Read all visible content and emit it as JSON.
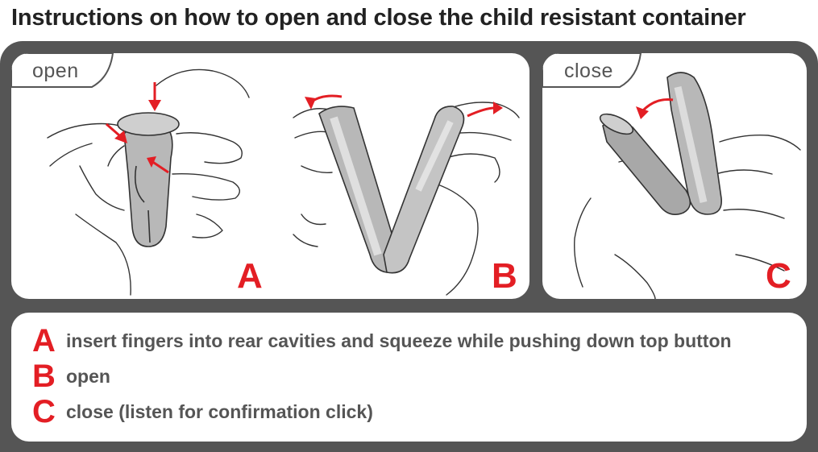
{
  "title": "Instructions on how to open and close the child resistant container",
  "panels": {
    "open": {
      "tab_label": "open",
      "steps": [
        "A",
        "B"
      ]
    },
    "close": {
      "tab_label": "close",
      "steps": [
        "C"
      ]
    }
  },
  "legend": [
    {
      "key": "A",
      "text": "insert fingers into rear cavities and squeeze while pushing down top button"
    },
    {
      "key": "B",
      "text": "open"
    },
    {
      "key": "C",
      "text": "close (listen for confirmation click)"
    }
  ],
  "colors": {
    "accent": "#e31e24",
    "frame": "#555555",
    "text": "#555555",
    "title": "#222222"
  }
}
